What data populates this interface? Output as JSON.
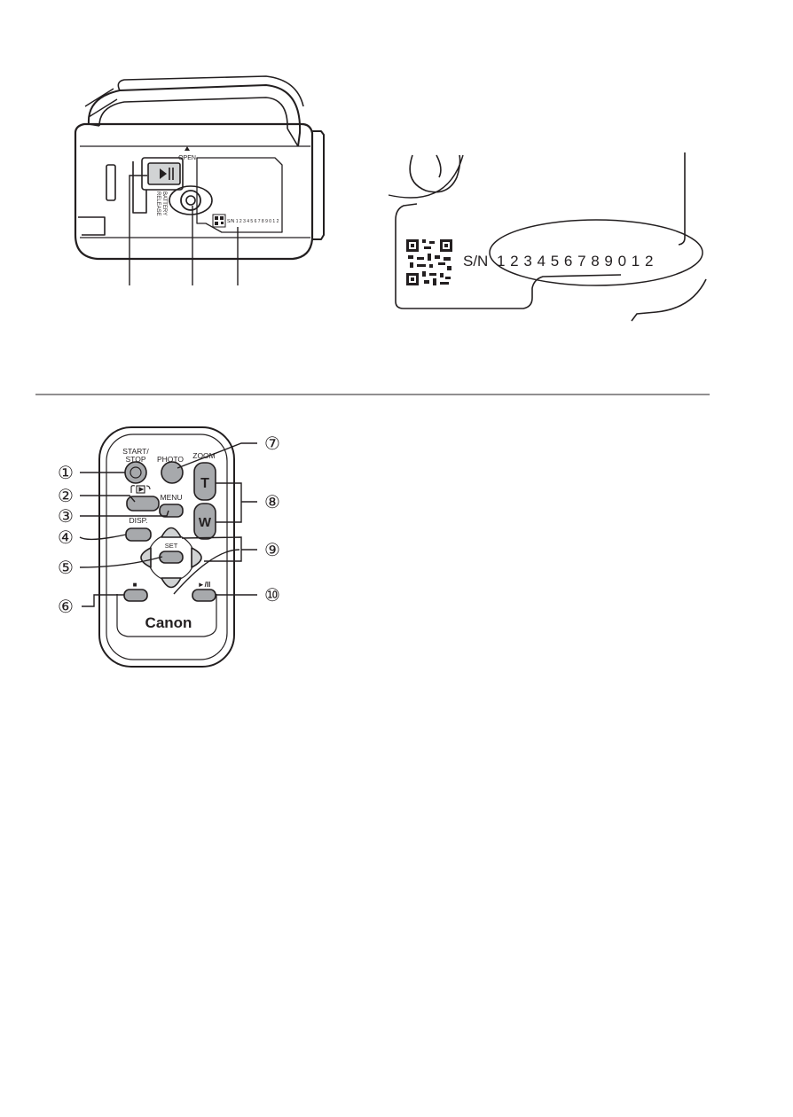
{
  "camera": {
    "open_label": "OPEN",
    "battery_release_line1": "BATTERY",
    "battery_release_line2": "RELEASE",
    "sn_tiny": "S/N 1 2 3 4 5 6 7 8 9 0 1 2"
  },
  "serial_label": {
    "prefix": "S/N",
    "number": "1 2 3 4 5 6 7 8 9 0 1 2"
  },
  "remote": {
    "start_stop_line1": "START/",
    "start_stop_line2": "STOP",
    "photo": "PHOTO",
    "zoom": "ZOOM",
    "zoom_tele": "T",
    "zoom_wide": "W",
    "menu": "MENU",
    "disp": "DISP.",
    "set": "SET",
    "stop_symbol": "■",
    "play_pause_symbol": "►/II",
    "brand": "Canon"
  },
  "callouts": {
    "c1": "①",
    "c2": "②",
    "c3": "③",
    "c4": "④",
    "c5": "⑤",
    "c6": "⑥",
    "c7": "⑦",
    "c8": "⑧",
    "c9": "⑨",
    "c10": "⑩"
  },
  "colors": {
    "ink": "#231f20",
    "button_gray": "#a7a9ac",
    "light_gray": "#d1d3d4"
  }
}
